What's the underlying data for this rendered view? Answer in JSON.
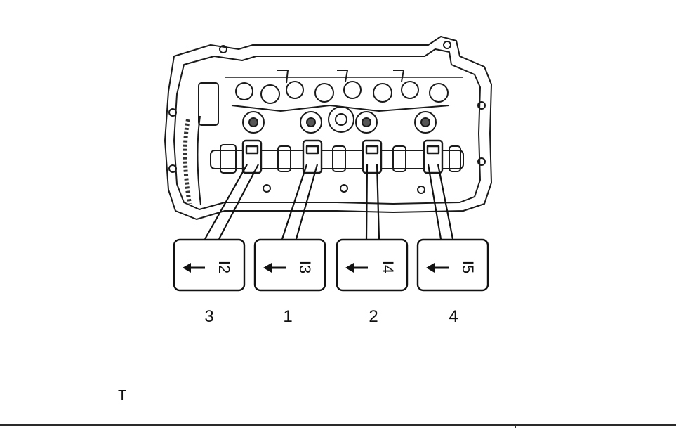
{
  "figure": {
    "corner_label": "T",
    "callouts": [
      {
        "cap_mark": "I2",
        "sequence": "3"
      },
      {
        "cap_mark": "I3",
        "sequence": "1"
      },
      {
        "cap_mark": "I4",
        "sequence": "2"
      },
      {
        "cap_mark": "I5",
        "sequence": "4"
      }
    ],
    "colors": {
      "ink": "#111111",
      "paper": "#ffffff",
      "shade": "#9a9a9a"
    },
    "icons": [
      "arrow-left-icon",
      "cylinder-head-drawing",
      "camshaft-bearing-cap"
    ]
  }
}
